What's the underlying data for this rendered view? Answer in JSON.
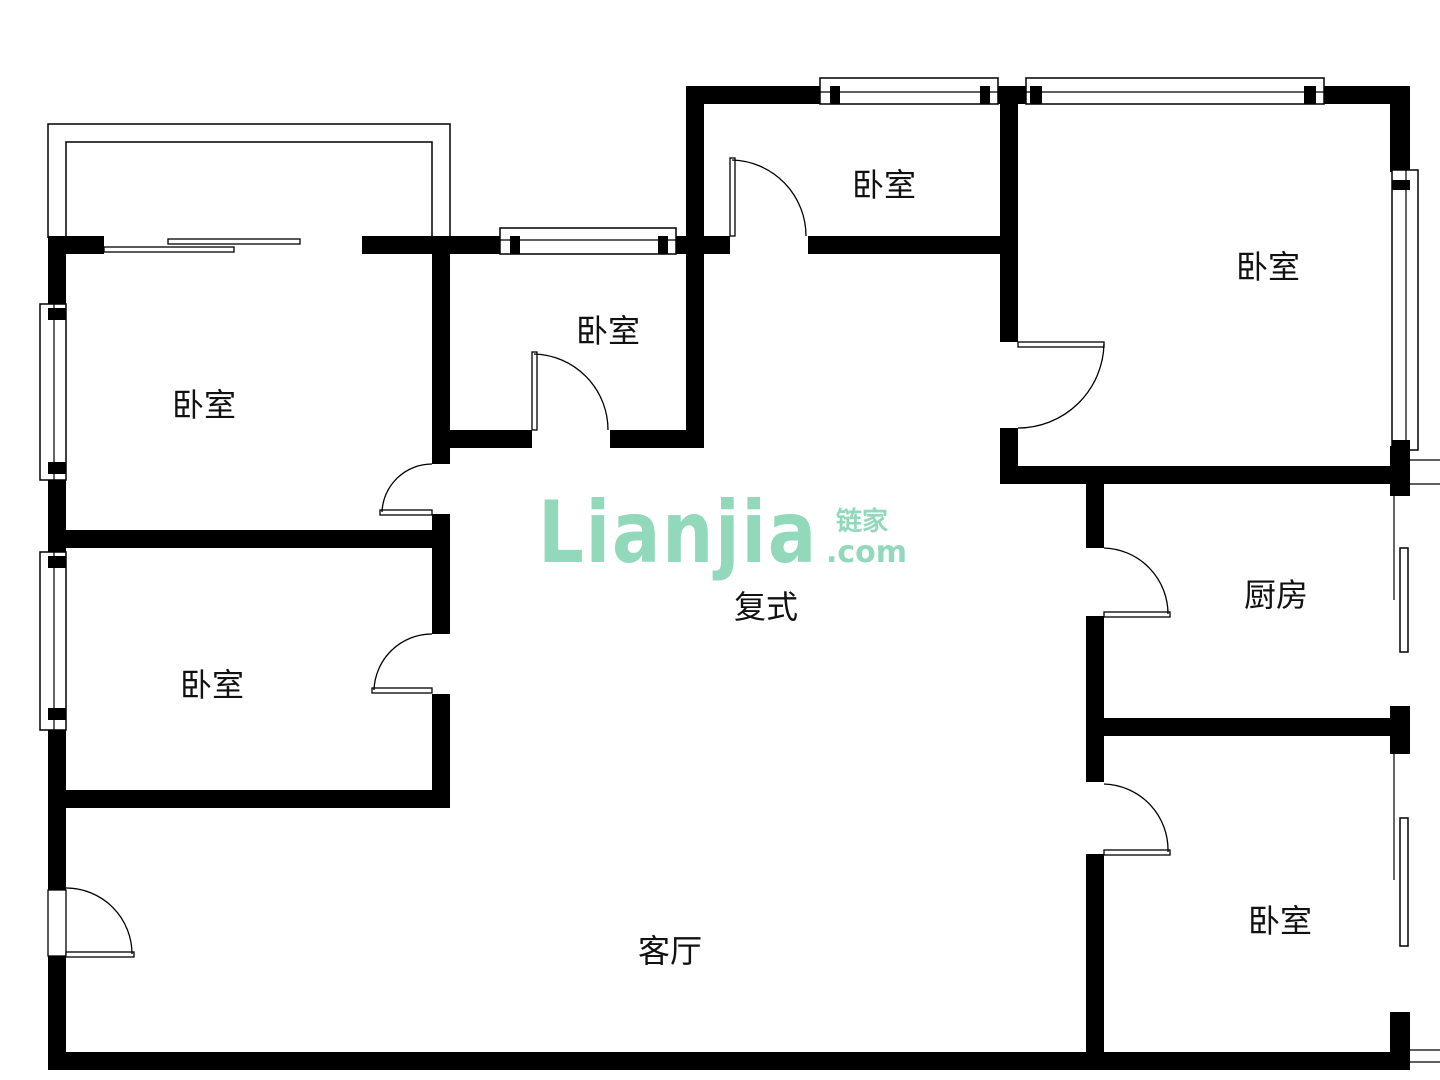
{
  "rooms": {
    "bedroom_top_left": "卧室",
    "bedroom_left_lower": "卧室",
    "bedroom_small_center": "卧室",
    "bedroom_top_center": "卧室",
    "bedroom_top_right": "卧室",
    "bedroom_bottom_right": "卧室",
    "kitchen": "厨房",
    "duplex": "复式",
    "living_room": "客厅"
  },
  "watermark": {
    "brand_latin": "Lianjia",
    "brand_cn": "链家",
    "domain": ".com",
    "color": "#7fd3b0"
  },
  "colors": {
    "wall": "#000000",
    "background": "#ffffff"
  }
}
